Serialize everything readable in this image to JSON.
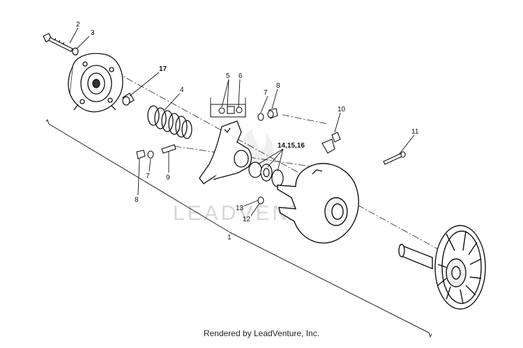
{
  "diagram": {
    "callouts": {
      "c1": "1",
      "c2": "2",
      "c3": "3",
      "c4": "4",
      "c5": "5",
      "c6": "6",
      "c7a": "7",
      "c7b": "7",
      "c8a": "8",
      "c8b": "8",
      "c9": "9",
      "c10": "10",
      "c11": "11",
      "c12": "12",
      "c13": "13",
      "c14": "14,15,16",
      "c17": "17"
    },
    "watermark": "LEADVENTURE",
    "footer": "Rendered by LeadVenture, Inc."
  }
}
